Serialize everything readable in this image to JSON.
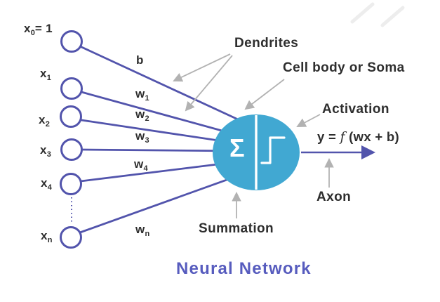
{
  "title": "Neural Network",
  "colors": {
    "line": "#5254ac",
    "cell": "#41a8d2",
    "arrow": "#b2b2b2",
    "text": "#2e2e2e",
    "title": "#575cbe"
  },
  "inputs": [
    {
      "main": "x",
      "sub": "0",
      "suffix": "= 1"
    },
    {
      "main": "x",
      "sub": "1",
      "suffix": ""
    },
    {
      "main": "x",
      "sub": "2",
      "suffix": ""
    },
    {
      "main": "x",
      "sub": "3",
      "suffix": ""
    },
    {
      "main": "x",
      "sub": "4",
      "suffix": ""
    },
    {
      "main": "x",
      "sub": "n",
      "suffix": ""
    }
  ],
  "weights": [
    {
      "main": "b",
      "sub": ""
    },
    {
      "main": "w",
      "sub": "1"
    },
    {
      "main": "w",
      "sub": "2"
    },
    {
      "main": "w",
      "sub": "3"
    },
    {
      "main": "w",
      "sub": "4"
    },
    {
      "main": "w",
      "sub": "n"
    }
  ],
  "neuron": {
    "sum_symbol": "Σ"
  },
  "annotations": {
    "dendrites": "Dendrites",
    "cell_body": "Cell body or Soma",
    "activation": "Activation",
    "axon": "Axon",
    "summation": "Summation"
  },
  "equation": {
    "lhs": "y = ",
    "func": "f",
    "rhs": " (wx + b)"
  }
}
